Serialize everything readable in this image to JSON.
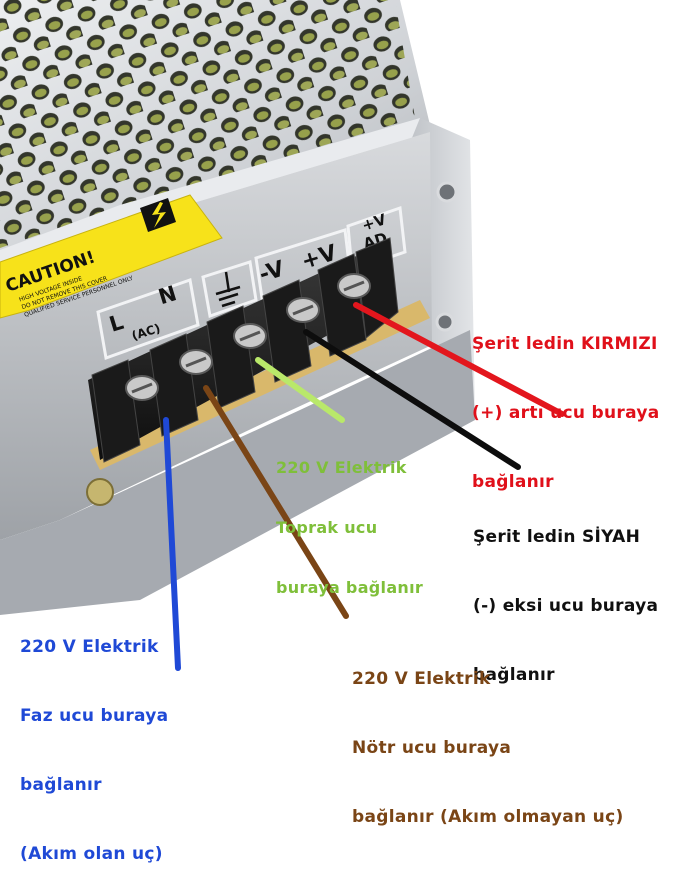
{
  "device": {
    "caution_label": "CAUTION!",
    "caution_fine_print": [
      "HIGH VOLTAGE INSIDE",
      "DO NOT REMOVE THIS COVER",
      "QUALIFIED SERVICE PERSONNEL ONLY"
    ],
    "terminal_labels": {
      "l": "L",
      "n": "N",
      "ac": "(AC)",
      "ground_symbol": "ground-icon",
      "minus_v": "-V",
      "plus_v": "+V",
      "adj_top": "+V",
      "adj_bottom": "AD"
    }
  },
  "annotations": {
    "red": [
      "Şerit ledin KIRMIZI",
      "(+) artı ucu buraya",
      "bağlanır"
    ],
    "black": [
      "Şerit ledin SİYAH",
      "(-) eksi ucu buraya",
      "bağlanır"
    ],
    "green": [
      "220 V Elektrik",
      "Toprak ucu",
      "buraya bağlanır"
    ],
    "blue": [
      "220 V Elektrik",
      "Faz ucu buraya",
      "bağlanır",
      "(Akım olan uç)"
    ],
    "brown": [
      "220 V Elektrik",
      "Nötr ucu buraya",
      "bağlanır (Akım olmayan uç)"
    ]
  },
  "colors": {
    "red_wire": "#e3161d",
    "black_wire": "#0d0d0d",
    "green_wire": "#b9e86a",
    "blue_wire": "#1f49d6",
    "brown_wire": "#7a4516",
    "caution_yellow": "#f7e21a",
    "metal": "#c9ccd0"
  }
}
